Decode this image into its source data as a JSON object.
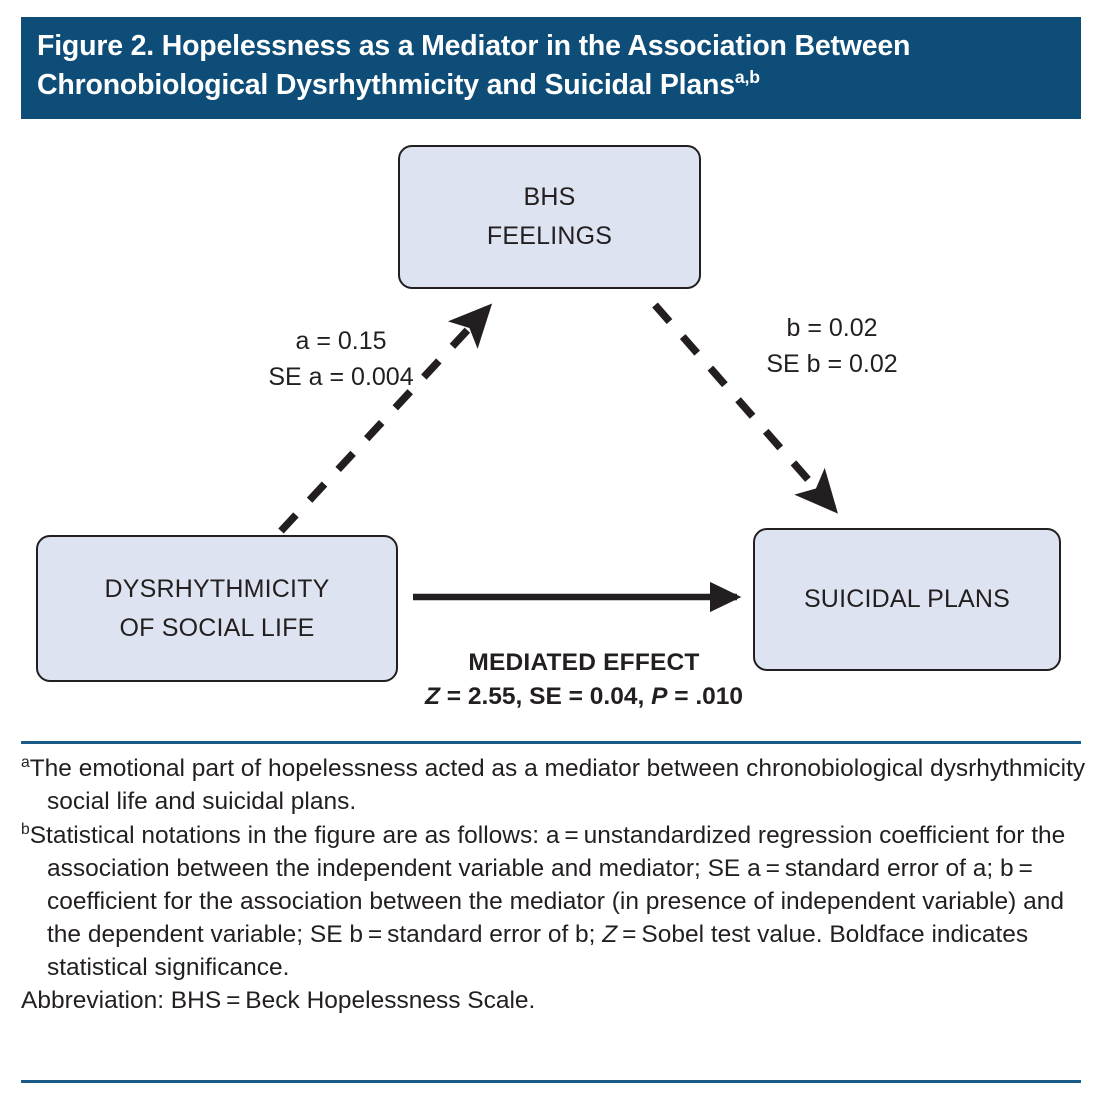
{
  "title": {
    "line1": "Figure 2. Hopelessness as a Mediator in the Association Between",
    "line2": "Chronobiological Dysrhythmicity and Suicidal Plans",
    "superscript": "a,b",
    "background_color": "#0d4d78",
    "text_color": "#ffffff"
  },
  "diagram": {
    "type": "mediation-path-diagram",
    "box_fill_color": "#dde3f0",
    "box_border_color": "#231f20",
    "nodes": [
      {
        "id": "mediator",
        "line1": "BHS",
        "line2": "FEELINGS"
      },
      {
        "id": "predictor",
        "line1": "DYSRHYTHMICITY",
        "line2": "OF SOCIAL LIFE"
      },
      {
        "id": "outcome",
        "line1": "SUICIDAL PLANS",
        "line2": ""
      }
    ],
    "paths": [
      {
        "id": "a-path",
        "from": "predictor",
        "to": "mediator",
        "style": "dashed",
        "coefficient_label": "a = 0.15",
        "standard_error_label": "SE a = 0.004"
      },
      {
        "id": "b-path",
        "from": "mediator",
        "to": "outcome",
        "style": "dashed",
        "coefficient_label": "b = 0.02",
        "standard_error_label": "SE b = 0.02"
      },
      {
        "id": "c-path",
        "from": "predictor",
        "to": "outcome",
        "style": "solid",
        "title": "MEDIATED EFFECT",
        "stats_prefix": "Z",
        "stats_mid": " = 2.55, SE = 0.04, ",
        "stats_p": "P",
        "stats_suffix": " = .010"
      }
    ]
  },
  "footnotes": {
    "rule_color": "#1a5a88",
    "items": [
      {
        "marker": "a",
        "text": "The emotional part of hopelessness acted as a mediator between chronobiological dysrhythmicity social life and suicidal plans."
      },
      {
        "marker": "b",
        "text_part1": "Statistical notations in the figure are as follows: a = unstandardized regression coefficient for the association between the independent variable and mediator; SE a = standard error of a; b = coefficient for the association between the mediator (in presence of independent variable) and the dependent variable; SE b = standard error of b; ",
        "text_italic": "Z",
        "text_part2": " = Sobel test value. Boldface indicates statistical significance."
      }
    ],
    "abbreviation": "Abbreviation: BHS = Beck Hopelessness Scale."
  }
}
